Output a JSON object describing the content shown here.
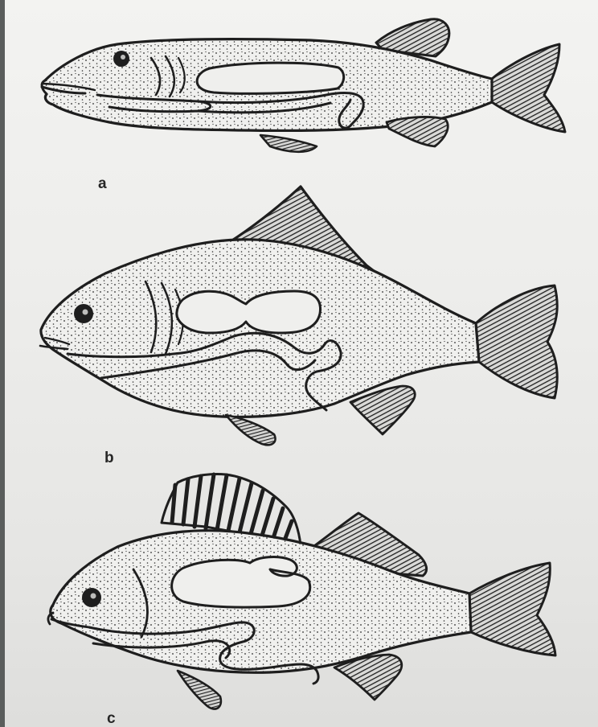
{
  "figure": {
    "labels": {
      "a": "a",
      "b": "b",
      "c": "c"
    },
    "colors": {
      "paper": "#efefed",
      "ink": "#1e1e1e"
    }
  }
}
